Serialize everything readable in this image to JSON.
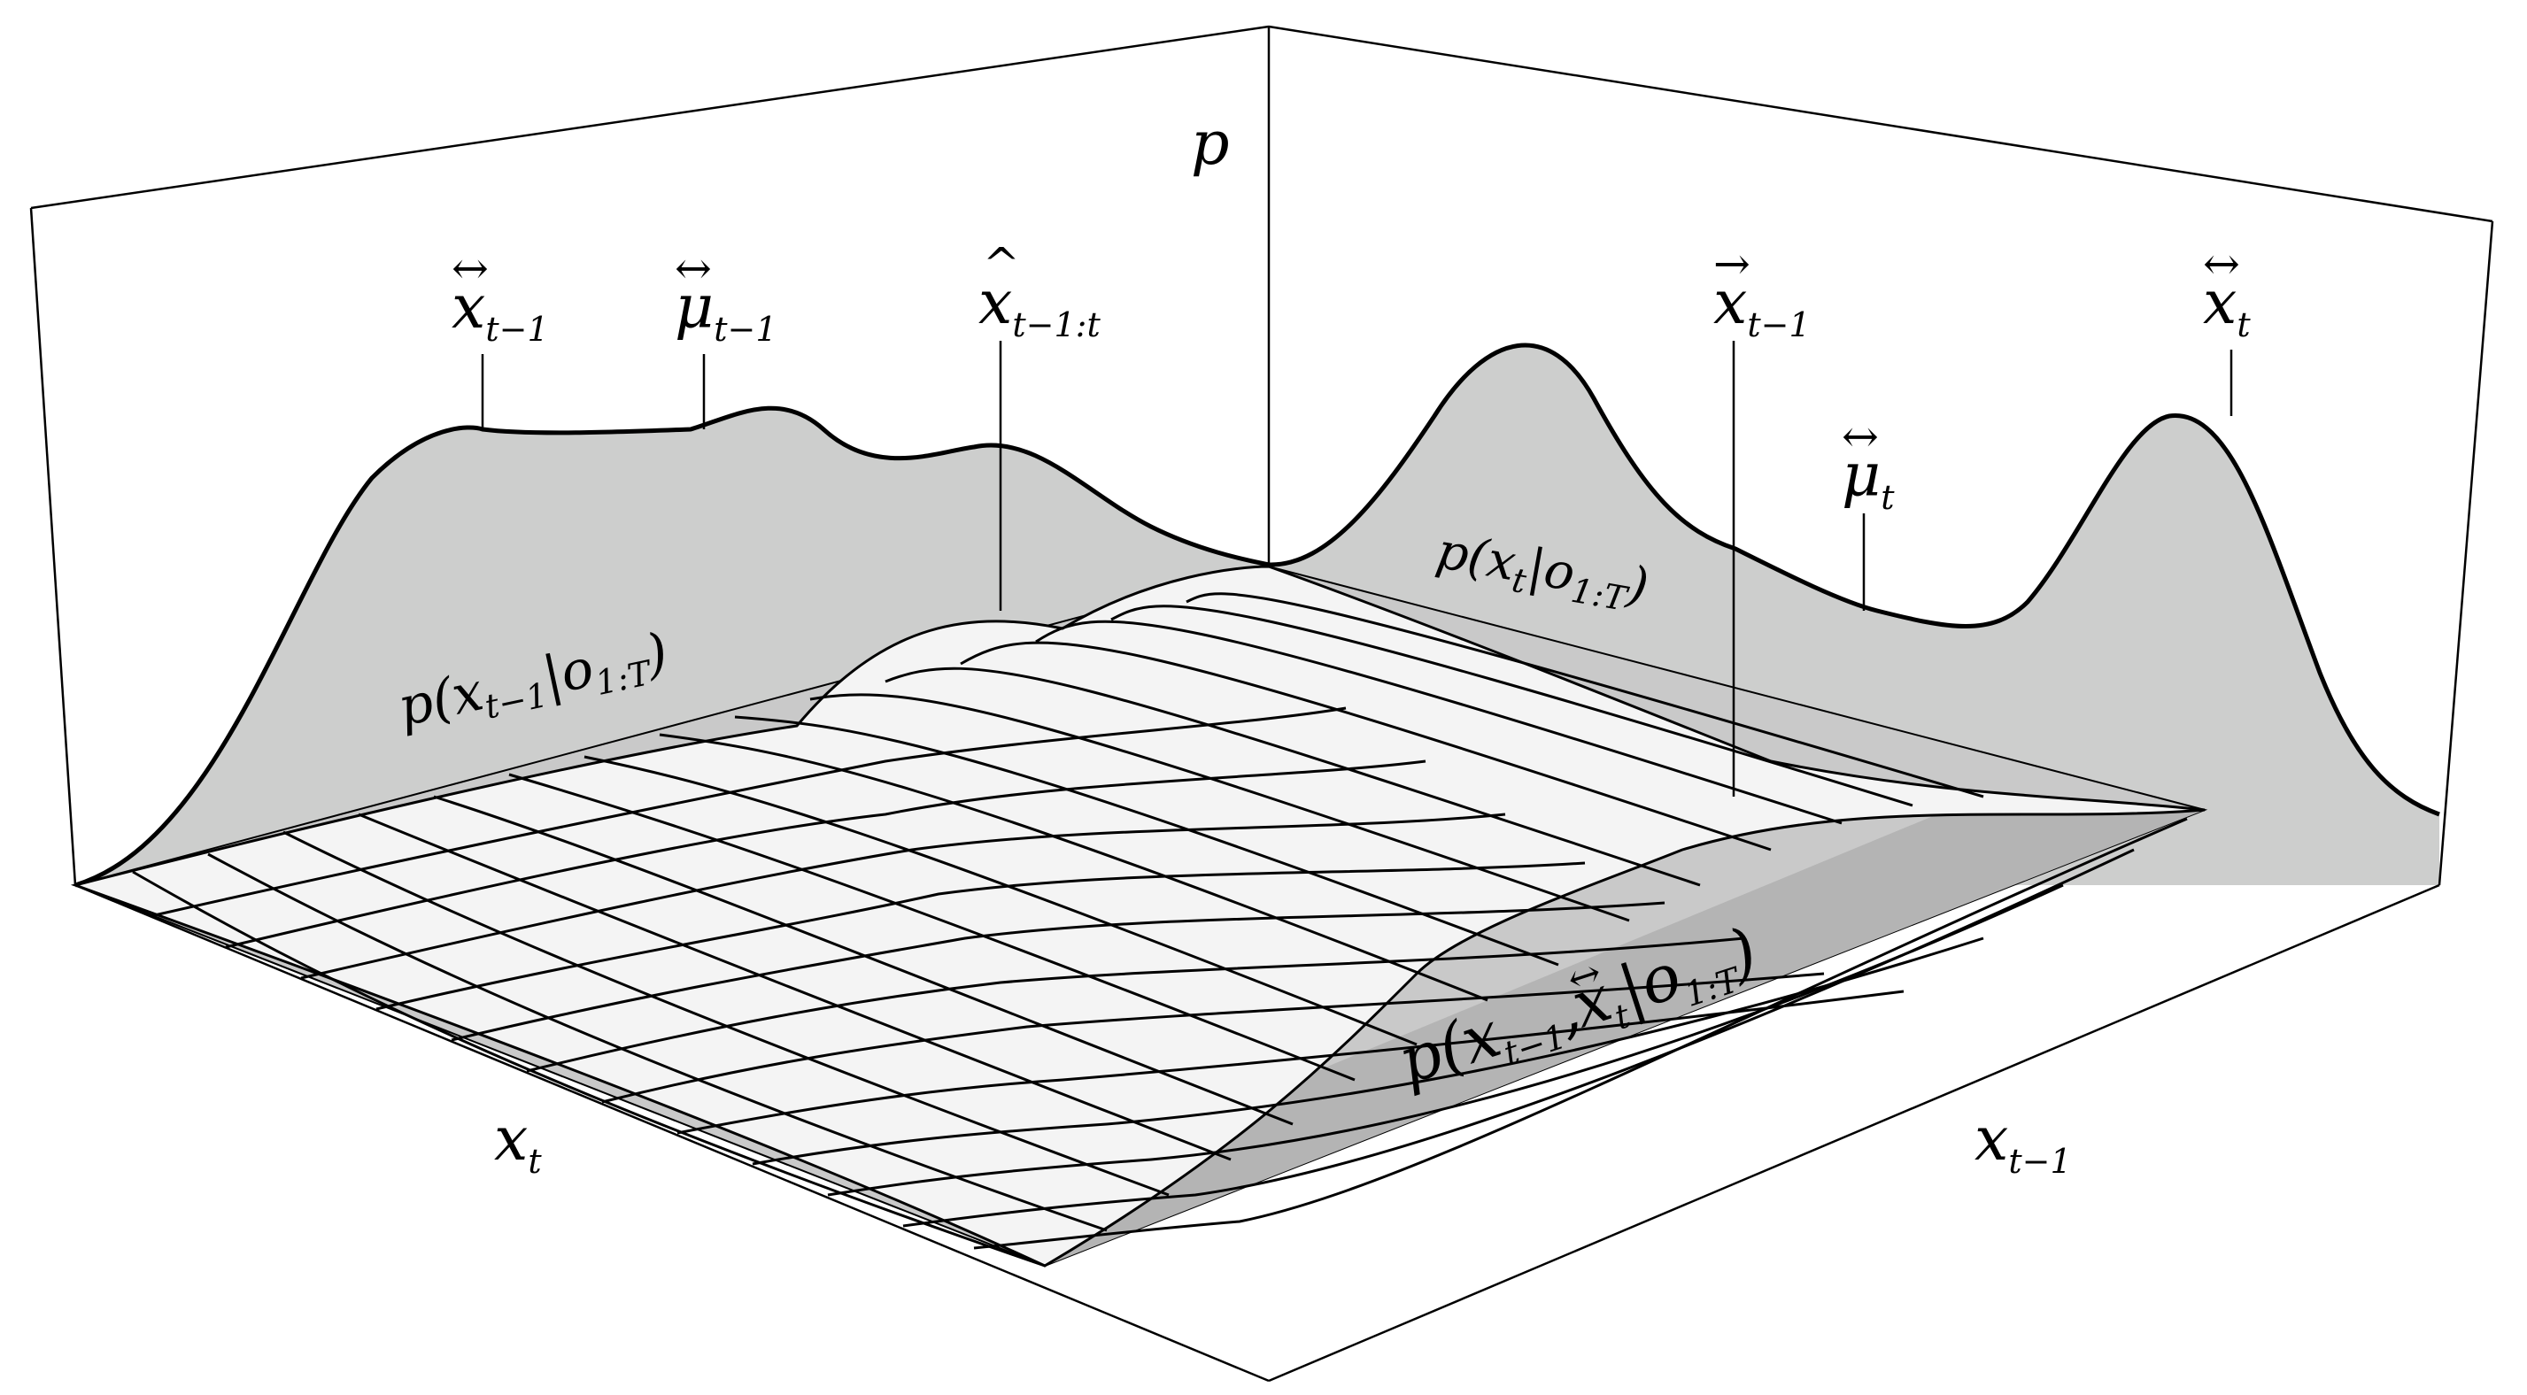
{
  "axes": {
    "p": "p",
    "x_t": {
      "base": "x",
      "sub": "t"
    },
    "x_tm1": {
      "base": "x",
      "sub": "t−1"
    }
  },
  "labels": {
    "bi_x_tm1": {
      "accent": "↔",
      "base": "x",
      "sub": "t−1"
    },
    "bi_mu_tm1": {
      "accent": "↔",
      "base": "μ",
      "sub": "t−1"
    },
    "hat_x": {
      "accent": "^",
      "base": "x",
      "sub": "t−1:t"
    },
    "fwd_x_tm1": {
      "accent": "→",
      "base": "x",
      "sub": "t−1"
    },
    "bi_x_t": {
      "accent": "↔",
      "base": "x",
      "sub": "t"
    },
    "bi_mu_t": {
      "accent": "↔",
      "base": "μ",
      "sub": "t"
    }
  },
  "curves": {
    "marg_tm1": {
      "pre": "p(x",
      "sub1": "t−1",
      "mid": "|o",
      "sub2": "1:T",
      "post": ")"
    },
    "marg_t": {
      "pre": "p(x",
      "sub1": "t",
      "mid": "|o",
      "sub2": "1:T",
      "post": ")"
    },
    "joint": {
      "pre": "p(x",
      "sub1": "t−1",
      "mid1": ",",
      "accent": "↔",
      "base2": "x",
      "sub2": "t",
      "mid2": "|o",
      "sub3": "1:T",
      "post": ")"
    }
  },
  "colors": {
    "panel": "#cdcecd",
    "surface": "#f4f4f4",
    "floor": "#b4b4b4",
    "line": "#000000"
  }
}
